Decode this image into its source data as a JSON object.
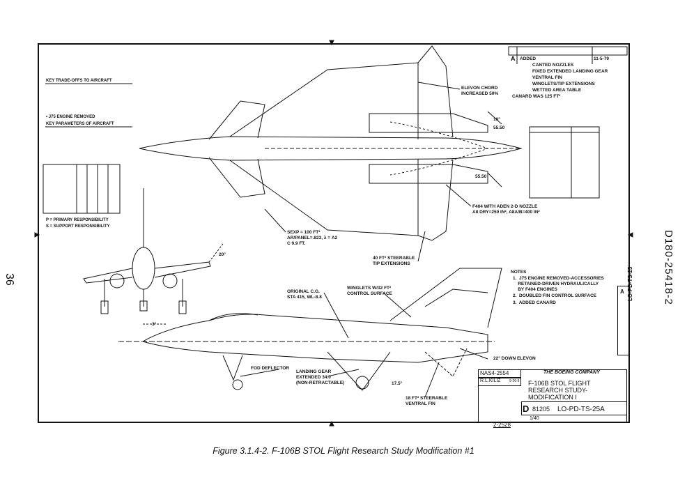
{
  "page": {
    "page_number": "36",
    "doc_number": "D180-25418-2",
    "caption": "Figure 3.1.4-2.   F-106B STOL Flight Research Study Modification #1"
  },
  "revision": {
    "letter": "A",
    "description": "ADDED",
    "date": "11-5-79",
    "items": [
      "CANTED NOZZLES",
      "FIXED EXTENDED LANDING GEAR",
      "VENTRAL FIN",
      "WINGLETS/TIP EXTENSIONS",
      "WETTED AREA TABLE",
      "CANARD WAS 125 FT²"
    ]
  },
  "left_notes": {
    "block1": "KEY TRADE-OFFS TO AIRCRAFT",
    "block2": "KEY PARAMETERS OF AIRCRAFT",
    "j75": "• J75 ENGINE REMOVED",
    "legend_p": "P = PRIMARY RESPONSIBILITY",
    "legend_s": "S = SUPPORT RESPONSIBILITY"
  },
  "callouts": {
    "elevon_chord": "ELEVON CHORD\nINCREASED 50%",
    "dim_10": "10°",
    "dim_5550_top": "55.50",
    "dim_5550_bot": "55.50",
    "f404": "F404 WITH ADEN 2-D NOZZLE\nA8 DRY=250 IN², A8A/B=400 IN²",
    "sexp": "SEXP = 100 FT²\nAR/PANEL=.823, λ = A2\nC 9.9 FT.",
    "tip_ext": "40 FT² STEERABLE\nTIP EXTENSIONS",
    "dim_20": "20°",
    "dim_3": "3°",
    "original_cg": "ORIGINAL C.G.\nSTA 415, WL-8.8",
    "winglets": "WINGLETS W/32 FT²\nCONTROL SURFACE",
    "fod": "FOD DEFLECTOR",
    "landing_gear": "LANDING GEAR\nEXTENDED 34.0\n(NON-RETRACTABLE)",
    "dim_175": "17.5°",
    "ventral": "18 FT² STEERABLE\nVENTRAL FIN",
    "down_elevon": "22° DOWN ELEVON"
  },
  "notes": {
    "title": "NOTES",
    "items": [
      "1.  J75 ENGINE REMOVED-ACCESSORIES\n    RETAINED-DRIVEN HYDRAULICALLY\n    BY F404 ENGINES",
      "2.  DOUBLED FIN CONTROL SURFACE",
      "3.  ADDED CANARD"
    ]
  },
  "title_block": {
    "contract": "NAS4-2554",
    "drawn": "R.L.KILIZ",
    "drawn_date": "9-26-9",
    "company": "THE BOEING COMPANY",
    "title": "F-106B STOL FLIGHT\nRESEARCH STUDY-\nMODIFICATION I",
    "size": "D",
    "code": "81205",
    "drawing_no": "LO-PD-TS-25A",
    "scale": "1/40"
  },
  "side_tab": "LO-PD-TS-25",
  "side_tab_rev": "A",
  "bottom_ref": "2-2528"
}
